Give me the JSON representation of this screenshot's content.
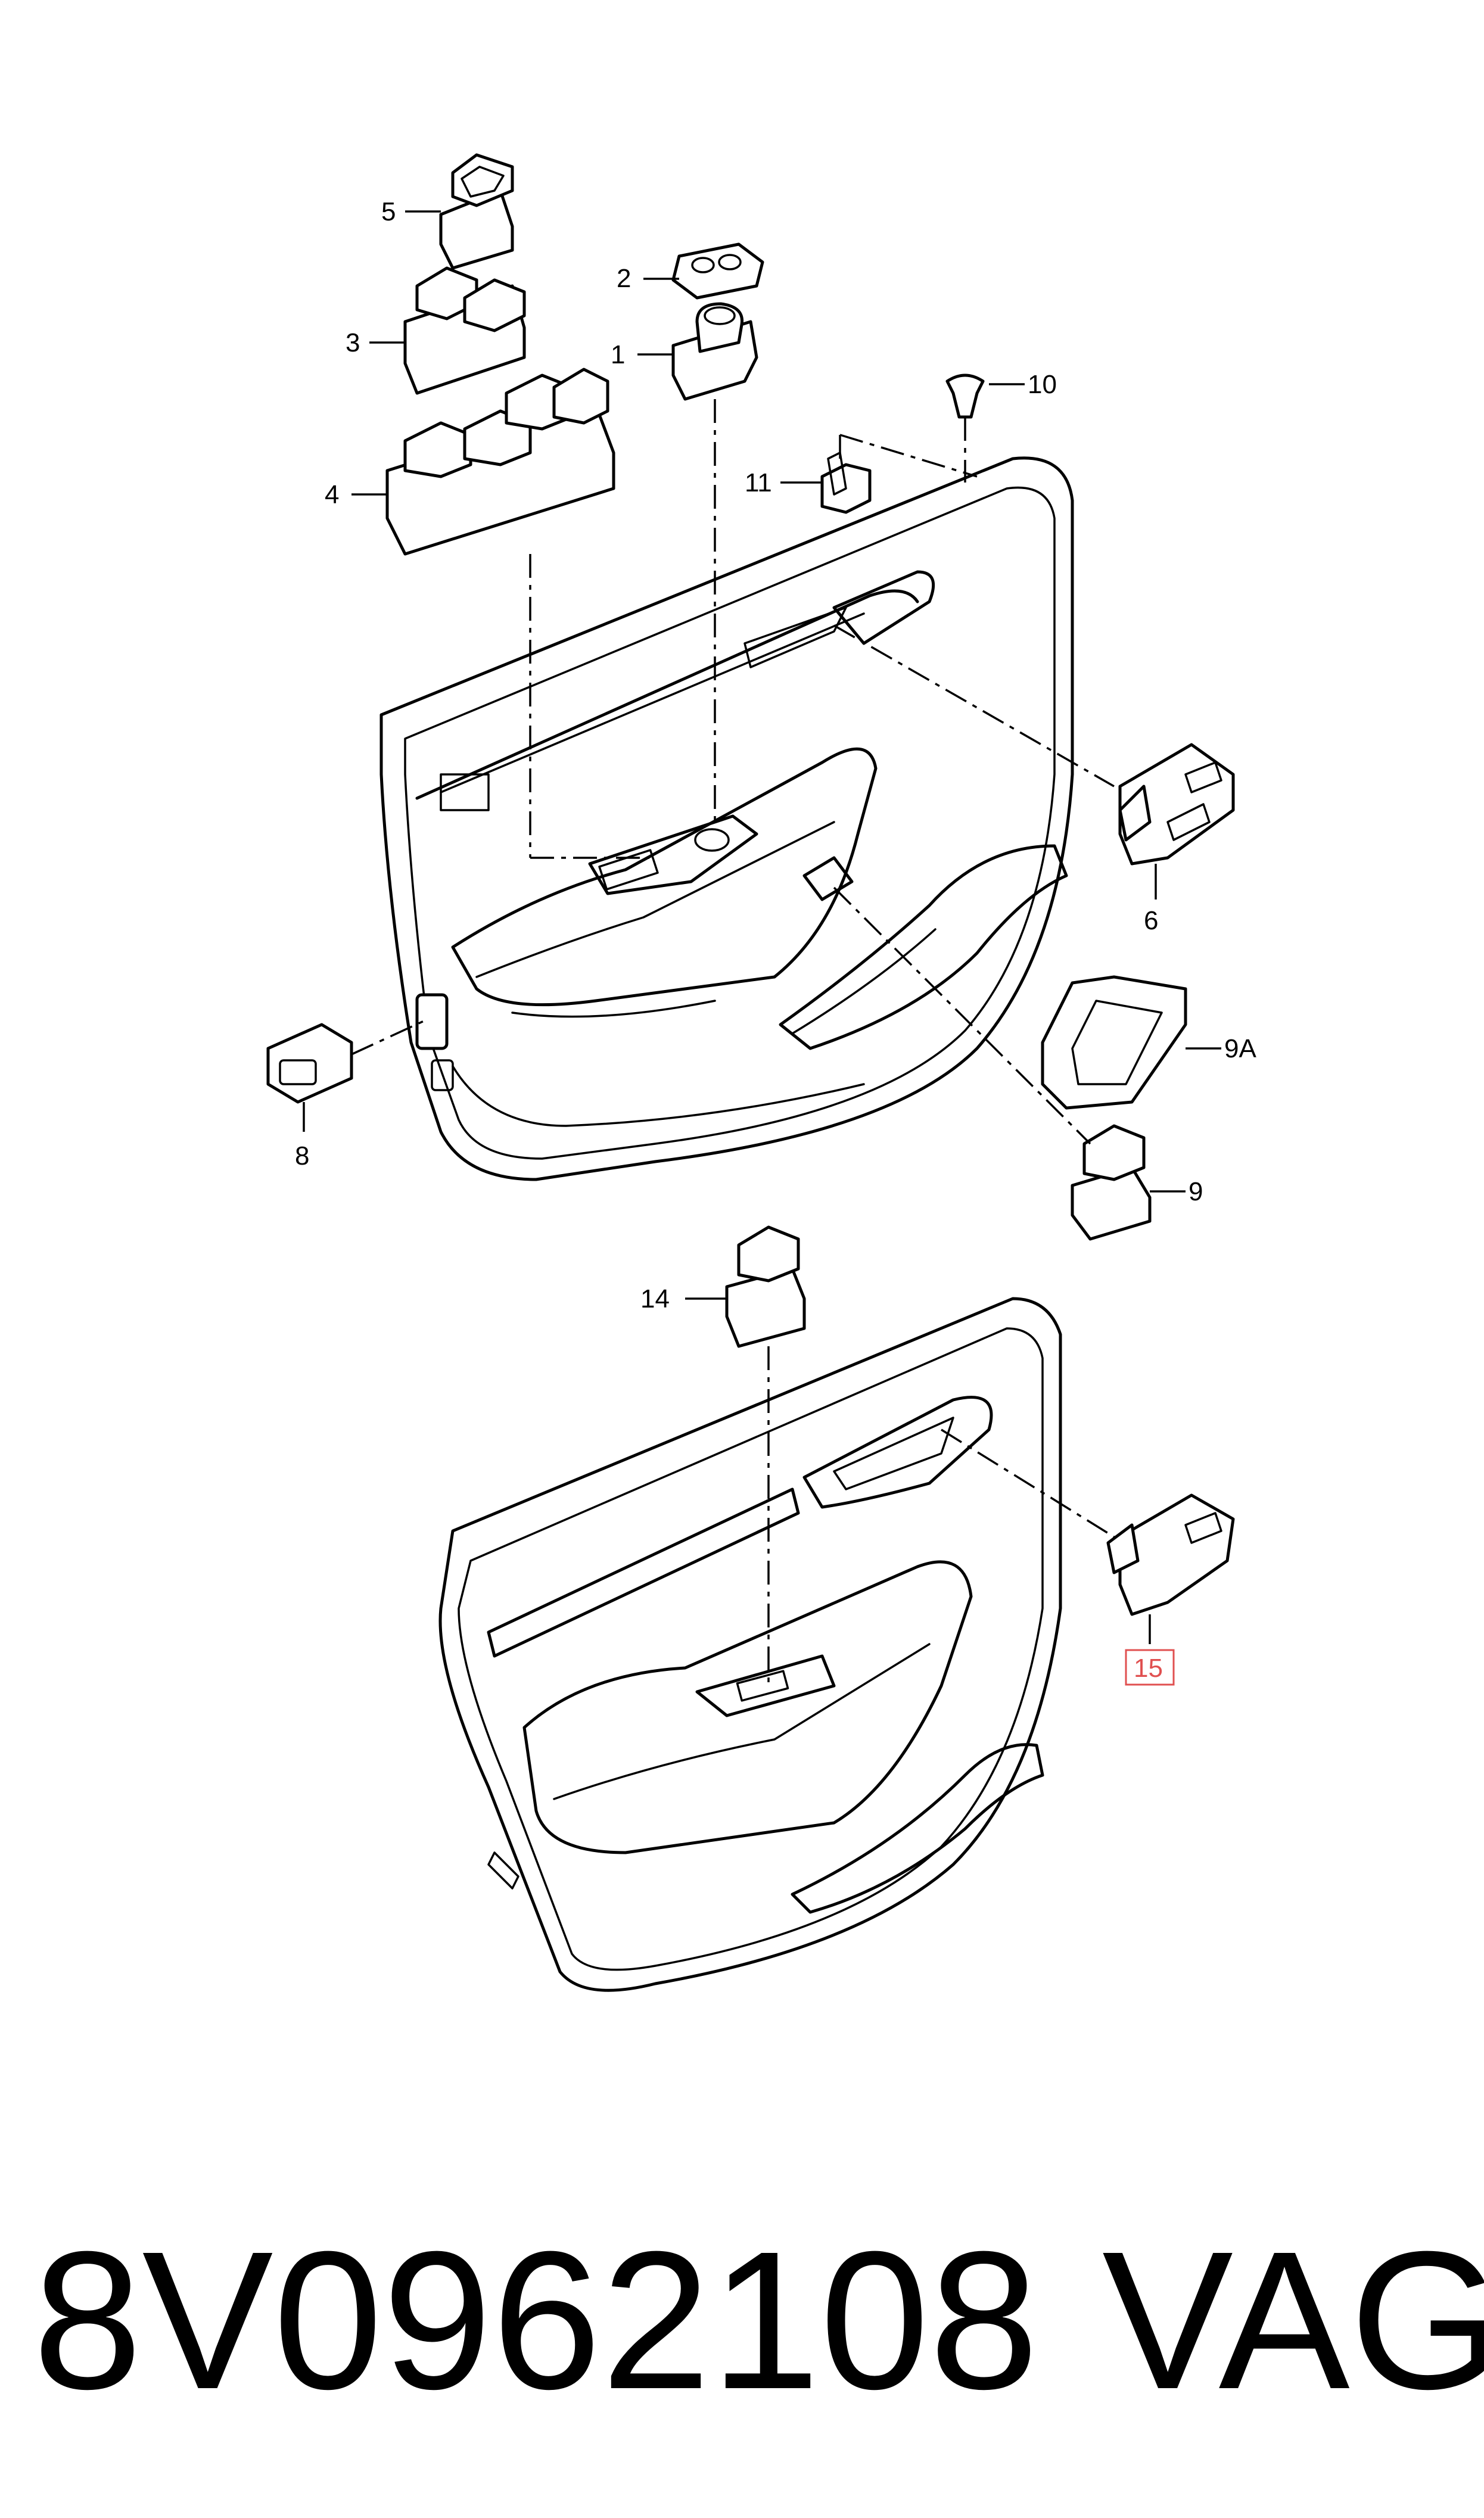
{
  "labels": {
    "l1": "1",
    "l2": "2",
    "l3": "3",
    "l4": "4",
    "l5": "5",
    "l6": "6",
    "l8": "8",
    "l9": "9",
    "l9a": "9A",
    "l10": "10",
    "l11": "11",
    "l14": "14",
    "l15": "15"
  },
  "highlight_color": "#e05050",
  "footer": {
    "part_number": "8V0962108",
    "brand": "VAG"
  }
}
